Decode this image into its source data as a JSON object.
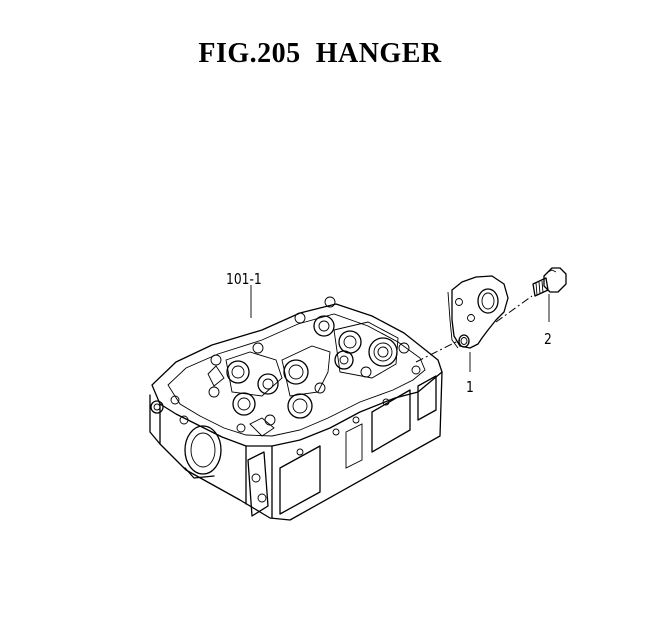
{
  "figure": {
    "number": "FIG.205",
    "name": "HANGER"
  },
  "callouts": {
    "head_assembly": "101-1",
    "hanger_plate": "1",
    "bolt": "2"
  }
}
